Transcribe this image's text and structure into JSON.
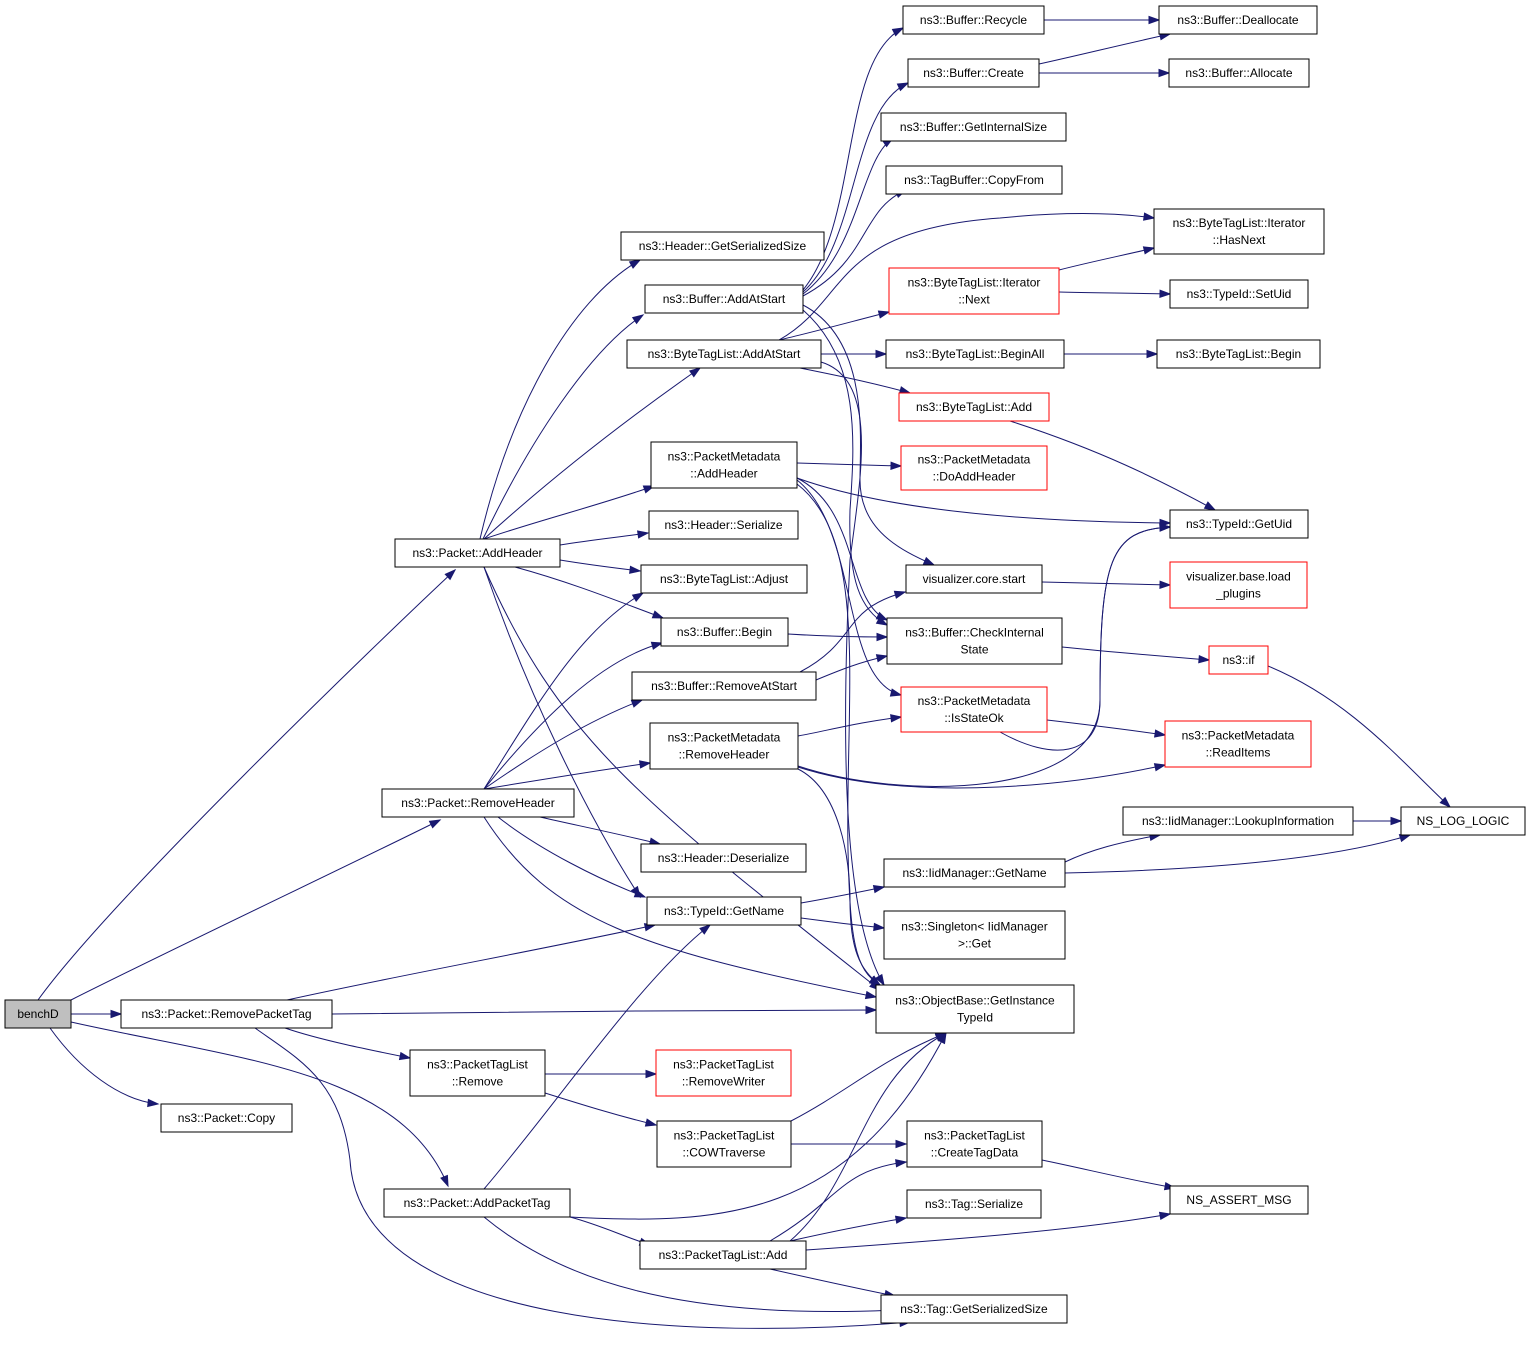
{
  "nodes": {
    "benchD": {
      "lines": [
        "benchD"
      ],
      "red": false
    },
    "addHeader": {
      "lines": [
        "ns3::Packet::AddHeader"
      ],
      "red": false
    },
    "removeHeader": {
      "lines": [
        "ns3::Packet::RemoveHeader"
      ],
      "red": false
    },
    "removePacketTag": {
      "lines": [
        "ns3::Packet::RemovePacketTag"
      ],
      "red": false
    },
    "copy": {
      "lines": [
        "ns3::Packet::Copy"
      ],
      "red": false
    },
    "addPacketTag": {
      "lines": [
        "ns3::Packet::AddPacketTag"
      ],
      "red": false
    },
    "headerGetSerializedSize": {
      "lines": [
        "ns3::Header::GetSerializedSize"
      ],
      "red": false
    },
    "bufferAddAtStart": {
      "lines": [
        "ns3::Buffer::AddAtStart"
      ],
      "red": false
    },
    "byteTagListAddAtStart": {
      "lines": [
        "ns3::ByteTagList::AddAtStart"
      ],
      "red": false
    },
    "pmAddHeader": {
      "lines": [
        "ns3::PacketMetadata",
        "::AddHeader"
      ],
      "red": false
    },
    "headerSerialize": {
      "lines": [
        "ns3::Header::Serialize"
      ],
      "red": false
    },
    "byteTagListAdjust": {
      "lines": [
        "ns3::ByteTagList::Adjust"
      ],
      "red": false
    },
    "bufferBegin": {
      "lines": [
        "ns3::Buffer::Begin"
      ],
      "red": false
    },
    "bufferRemoveAtStart": {
      "lines": [
        "ns3::Buffer::RemoveAtStart"
      ],
      "red": false
    },
    "pmRemoveHeader": {
      "lines": [
        "ns3::PacketMetadata",
        "::RemoveHeader"
      ],
      "red": false
    },
    "headerDeserialize": {
      "lines": [
        "ns3::Header::Deserialize"
      ],
      "red": false
    },
    "typeIdGetName": {
      "lines": [
        "ns3::TypeId::GetName"
      ],
      "red": false
    },
    "ptlRemove": {
      "lines": [
        "ns3::PacketTagList",
        "::Remove"
      ],
      "red": false
    },
    "ptlCOWTraverse": {
      "lines": [
        "ns3::PacketTagList",
        "::COWTraverse"
      ],
      "red": false
    },
    "ptlAdd": {
      "lines": [
        "ns3::PacketTagList::Add"
      ],
      "red": false
    },
    "ptlRemoveWriter": {
      "lines": [
        "ns3::PacketTagList",
        "::RemoveWriter"
      ],
      "red": true
    },
    "bufferRecycle": {
      "lines": [
        "ns3::Buffer::Recycle"
      ],
      "red": false
    },
    "bufferCreate": {
      "lines": [
        "ns3::Buffer::Create"
      ],
      "red": false
    },
    "bufferGetInternalSize": {
      "lines": [
        "ns3::Buffer::GetInternalSize"
      ],
      "red": false
    },
    "tagBufferCopyFrom": {
      "lines": [
        "ns3::TagBuffer::CopyFrom"
      ],
      "red": false
    },
    "btlIteratorNext": {
      "lines": [
        "ns3::ByteTagList::Iterator",
        "::Next"
      ],
      "red": true
    },
    "btlBeginAll": {
      "lines": [
        "ns3::ByteTagList::BeginAll"
      ],
      "red": false
    },
    "btlAdd": {
      "lines": [
        "ns3::ByteTagList::Add"
      ],
      "red": true
    },
    "pmDoAddHeader": {
      "lines": [
        "ns3::PacketMetadata",
        "::DoAddHeader"
      ],
      "red": true
    },
    "visualizerCoreStart": {
      "lines": [
        "visualizer.core.start"
      ],
      "red": false
    },
    "bufferCheckInternalState": {
      "lines": [
        "ns3::Buffer::CheckInternal",
        "State"
      ],
      "red": false
    },
    "pmIsStateOk": {
      "lines": [
        "ns3::PacketMetadata",
        "::IsStateOk"
      ],
      "red": true
    },
    "iidManagerGetName": {
      "lines": [
        "ns3::IidManager::GetName"
      ],
      "red": false
    },
    "singletonGet": {
      "lines": [
        "ns3::Singleton< IidManager",
        ">::Get"
      ],
      "red": false
    },
    "objectBaseGetInstanceTypeId": {
      "lines": [
        "ns3::ObjectBase::GetInstance",
        "TypeId"
      ],
      "red": false
    },
    "ptlCreateTagData": {
      "lines": [
        "ns3::PacketTagList",
        "::CreateTagData"
      ],
      "red": false
    },
    "tagSerialize": {
      "lines": [
        "ns3::Tag::Serialize"
      ],
      "red": false
    },
    "tagGetSerializedSize": {
      "lines": [
        "ns3::Tag::GetSerializedSize"
      ],
      "red": false
    },
    "bufferDeallocate": {
      "lines": [
        "ns3::Buffer::Deallocate"
      ],
      "red": false
    },
    "bufferAllocate": {
      "lines": [
        "ns3::Buffer::Allocate"
      ],
      "red": false
    },
    "btlIteratorHasNext": {
      "lines": [
        "ns3::ByteTagList::Iterator",
        "::HasNext"
      ],
      "red": false
    },
    "typeIdSetUid": {
      "lines": [
        "ns3::TypeId::SetUid"
      ],
      "red": false
    },
    "btlBegin": {
      "lines": [
        "ns3::ByteTagList::Begin"
      ],
      "red": false
    },
    "typeIdGetUid": {
      "lines": [
        "ns3::TypeId::GetUid"
      ],
      "red": false
    },
    "visualizerBaseLoadPlugins": {
      "lines": [
        "visualizer.base.load",
        "_plugins"
      ],
      "red": true
    },
    "ns3If": {
      "lines": [
        "ns3::if"
      ],
      "red": true
    },
    "pmReadItems": {
      "lines": [
        "ns3::PacketMetadata",
        "::ReadItems"
      ],
      "red": true
    },
    "iidManagerLookupInformation": {
      "lines": [
        "ns3::IidManager::LookupInformation"
      ],
      "red": false
    },
    "nsLogLogic": {
      "lines": [
        "NS_LOG_LOGIC"
      ],
      "red": false
    },
    "nsAssertMsg": {
      "lines": [
        "NS_ASSERT_MSG"
      ],
      "red": false
    }
  },
  "edges": [
    [
      "benchD",
      "addHeader"
    ],
    [
      "benchD",
      "removeHeader"
    ],
    [
      "benchD",
      "removePacketTag"
    ],
    [
      "benchD",
      "copy"
    ],
    [
      "benchD",
      "addPacketTag"
    ],
    [
      "addHeader",
      "headerGetSerializedSize"
    ],
    [
      "addHeader",
      "bufferAddAtStart"
    ],
    [
      "addHeader",
      "byteTagListAddAtStart"
    ],
    [
      "addHeader",
      "pmAddHeader"
    ],
    [
      "addHeader",
      "headerSerialize"
    ],
    [
      "addHeader",
      "byteTagListAdjust"
    ],
    [
      "addHeader",
      "bufferBegin"
    ],
    [
      "addHeader",
      "typeIdGetName"
    ],
    [
      "addHeader",
      "objectBaseGetInstanceTypeId"
    ],
    [
      "removeHeader",
      "byteTagListAdjust"
    ],
    [
      "removeHeader",
      "bufferBegin"
    ],
    [
      "removeHeader",
      "bufferRemoveAtStart"
    ],
    [
      "removeHeader",
      "pmRemoveHeader"
    ],
    [
      "removeHeader",
      "headerDeserialize"
    ],
    [
      "removeHeader",
      "typeIdGetName"
    ],
    [
      "removeHeader",
      "objectBaseGetInstanceTypeId"
    ],
    [
      "removePacketTag",
      "typeIdGetName"
    ],
    [
      "removePacketTag",
      "objectBaseGetInstanceTypeId"
    ],
    [
      "removePacketTag",
      "ptlRemove"
    ],
    [
      "removePacketTag",
      "tagGetSerializedSize"
    ],
    [
      "addPacketTag",
      "typeIdGetName"
    ],
    [
      "addPacketTag",
      "objectBaseGetInstanceTypeId"
    ],
    [
      "addPacketTag",
      "ptlAdd"
    ],
    [
      "addPacketTag",
      "tagGetSerializedSize"
    ],
    [
      "bufferAddAtStart",
      "bufferRecycle"
    ],
    [
      "bufferAddAtStart",
      "bufferCreate"
    ],
    [
      "bufferAddAtStart",
      "bufferGetInternalSize"
    ],
    [
      "bufferAddAtStart",
      "tagBufferCopyFrom"
    ],
    [
      "bufferAddAtStart",
      "visualizerCoreStart"
    ],
    [
      "bufferAddAtStart",
      "bufferCheckInternalState"
    ],
    [
      "byteTagListAddAtStart",
      "btlIteratorHasNext"
    ],
    [
      "byteTagListAddAtStart",
      "btlIteratorNext"
    ],
    [
      "byteTagListAddAtStart",
      "btlBeginAll"
    ],
    [
      "byteTagListAddAtStart",
      "btlAdd"
    ],
    [
      "byteTagListAddAtStart",
      "objectBaseGetInstanceTypeId"
    ],
    [
      "pmAddHeader",
      "pmDoAddHeader"
    ],
    [
      "pmAddHeader",
      "typeIdGetUid"
    ],
    [
      "pmAddHeader",
      "bufferCheckInternalState"
    ],
    [
      "pmAddHeader",
      "pmIsStateOk"
    ],
    [
      "pmAddHeader",
      "objectBaseGetInstanceTypeId"
    ],
    [
      "bufferBegin",
      "bufferCheckInternalState"
    ],
    [
      "bufferRemoveAtStart",
      "visualizerCoreStart"
    ],
    [
      "bufferRemoveAtStart",
      "bufferCheckInternalState"
    ],
    [
      "pmRemoveHeader",
      "pmIsStateOk"
    ],
    [
      "pmRemoveHeader",
      "typeIdGetUid"
    ],
    [
      "pmRemoveHeader",
      "pmReadItems"
    ],
    [
      "pmRemoveHeader",
      "objectBaseGetInstanceTypeId"
    ],
    [
      "typeIdGetName",
      "iidManagerGetName"
    ],
    [
      "typeIdGetName",
      "singletonGet"
    ],
    [
      "ptlRemove",
      "ptlRemoveWriter"
    ],
    [
      "ptlRemove",
      "ptlCOWTraverse"
    ],
    [
      "ptlCOWTraverse",
      "objectBaseGetInstanceTypeId"
    ],
    [
      "ptlCOWTraverse",
      "ptlCreateTagData"
    ],
    [
      "ptlAdd",
      "ptlCreateTagData"
    ],
    [
      "ptlAdd",
      "tagSerialize"
    ],
    [
      "ptlAdd",
      "nsAssertMsg"
    ],
    [
      "ptlAdd",
      "tagGetSerializedSize"
    ],
    [
      "ptlAdd",
      "objectBaseGetInstanceTypeId"
    ],
    [
      "bufferRecycle",
      "bufferDeallocate"
    ],
    [
      "bufferCreate",
      "bufferDeallocate"
    ],
    [
      "bufferCreate",
      "bufferAllocate"
    ],
    [
      "btlIteratorNext",
      "btlIteratorHasNext"
    ],
    [
      "btlIteratorNext",
      "typeIdSetUid"
    ],
    [
      "btlBeginAll",
      "btlBegin"
    ],
    [
      "btlAdd",
      "typeIdGetUid"
    ],
    [
      "visualizerCoreStart",
      "visualizerBaseLoadPlugins"
    ],
    [
      "bufferCheckInternalState",
      "ns3If"
    ],
    [
      "ns3If",
      "nsLogLogic"
    ],
    [
      "pmIsStateOk",
      "pmReadItems"
    ],
    [
      "pmIsStateOk",
      "typeIdGetUid"
    ],
    [
      "iidManagerGetName",
      "iidManagerLookupInformation"
    ],
    [
      "iidManagerGetName",
      "nsLogLogic"
    ],
    [
      "iidManagerLookupInformation",
      "nsLogLogic"
    ],
    [
      "ptlCreateTagData",
      "nsAssertMsg"
    ]
  ]
}
